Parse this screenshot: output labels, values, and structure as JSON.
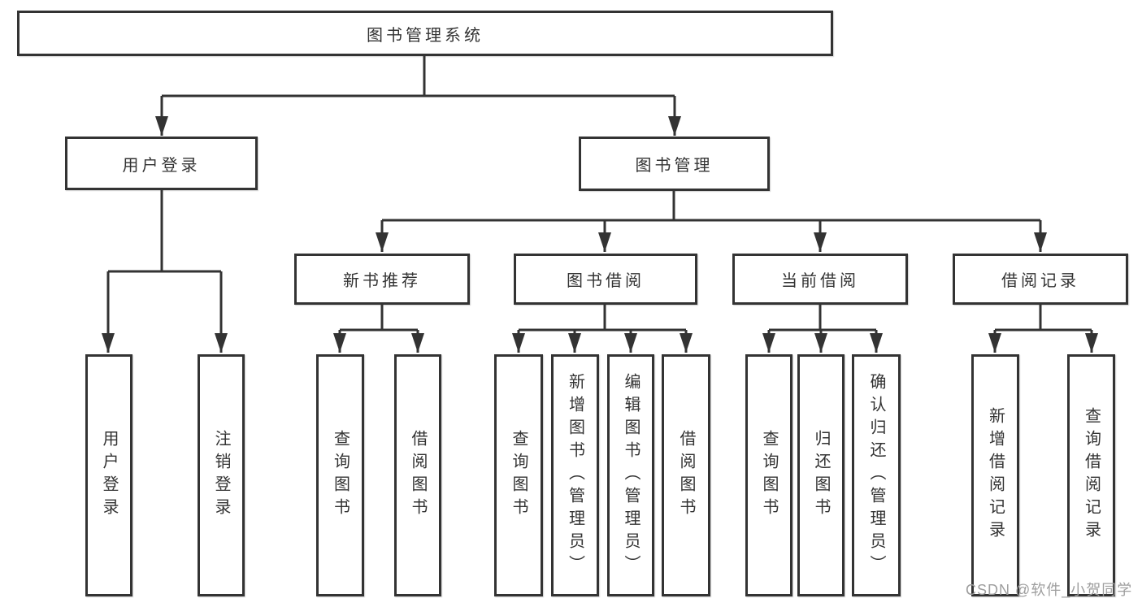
{
  "diagram": {
    "root": {
      "label": "图书管理系统",
      "children": [
        {
          "label": "用户登录",
          "children": [
            {
              "label": "用户登录"
            },
            {
              "label": "注销登录"
            }
          ]
        },
        {
          "label": "图书管理",
          "children": [
            {
              "label": "新书推荐",
              "children": [
                {
                  "label": "查询图书"
                },
                {
                  "label": "借阅图书"
                }
              ]
            },
            {
              "label": "图书借阅",
              "children": [
                {
                  "label": "查询图书"
                },
                {
                  "label": "新增图书（管理员）"
                },
                {
                  "label": "编辑图书（管理员）"
                },
                {
                  "label": "借阅图书"
                }
              ]
            },
            {
              "label": "当前借阅",
              "children": [
                {
                  "label": "查询图书"
                },
                {
                  "label": "归还图书"
                },
                {
                  "label": "确认归还（管理员）"
                }
              ]
            },
            {
              "label": "借阅记录",
              "children": [
                {
                  "label": "新增借阅记录"
                },
                {
                  "label": "查询借阅记录"
                }
              ]
            }
          ]
        }
      ]
    }
  },
  "watermark": {
    "text": "CSDN @软件_小贺同学"
  },
  "colors": {
    "background": "#ffffff",
    "line": "#333333",
    "box_border": "#333333",
    "box_fill": "#ffffff",
    "text": "#333333",
    "watermark": "#9e9e9e"
  }
}
